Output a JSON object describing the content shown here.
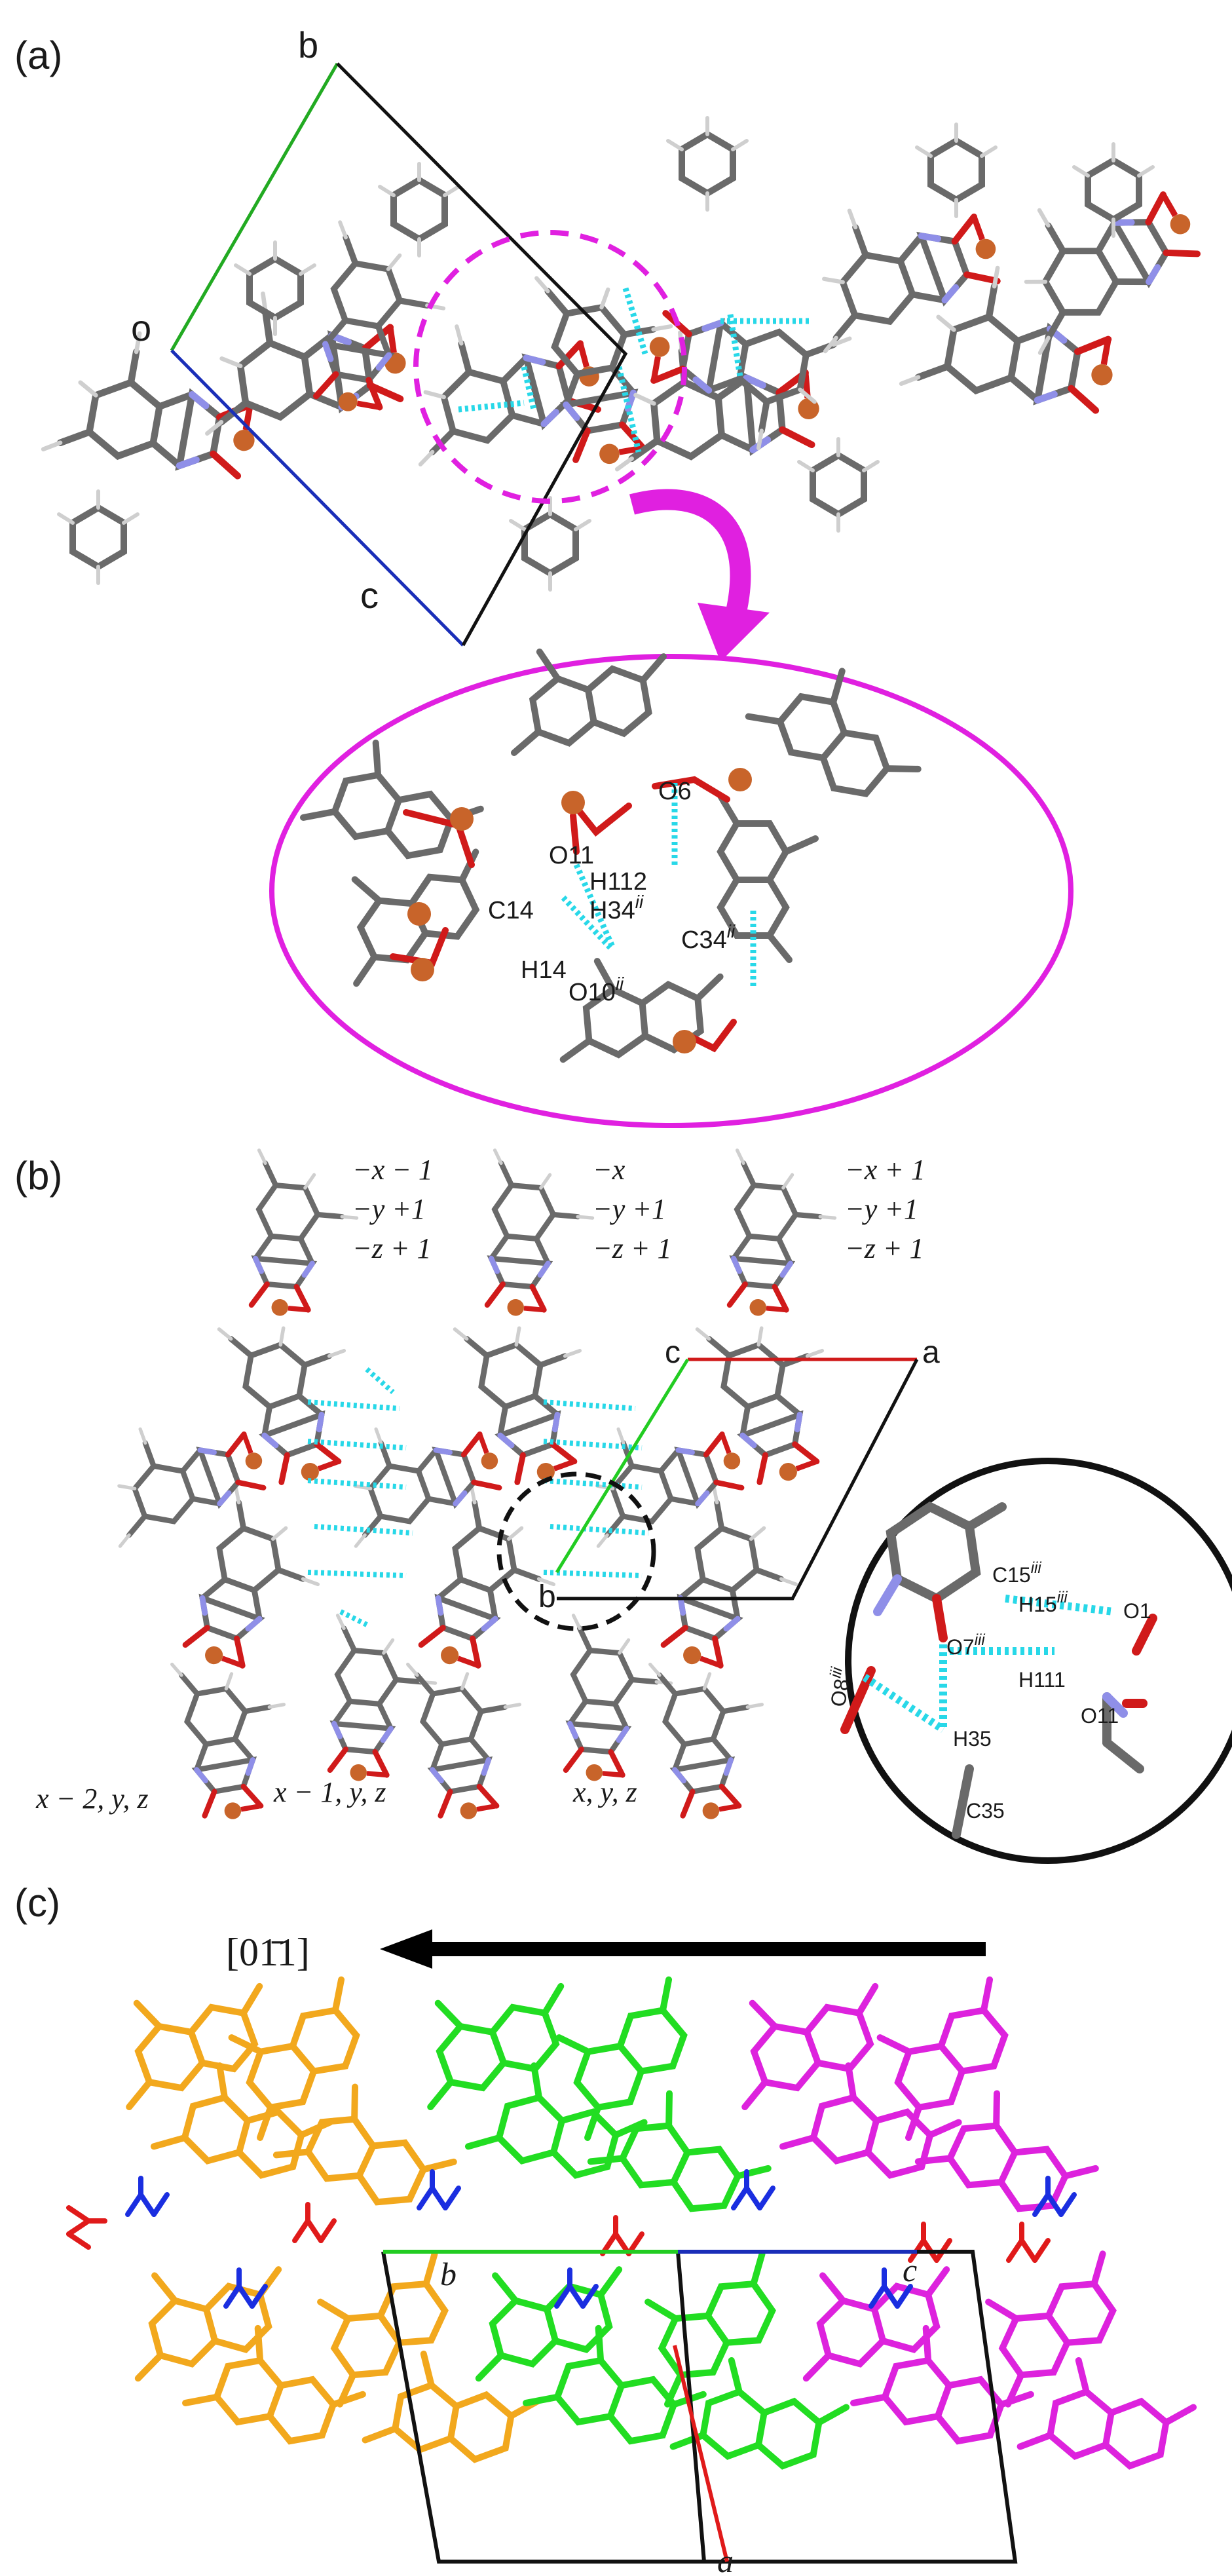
{
  "panel_a": {
    "panel_label": "(a)",
    "axes": {
      "b": "b",
      "o": "o",
      "c": "c"
    },
    "inset": {
      "atoms": [
        {
          "id": "o6",
          "label": "O6",
          "sup": ""
        },
        {
          "id": "o11",
          "label": "O11",
          "sup": ""
        },
        {
          "id": "h112",
          "label": "H112",
          "sup": ""
        },
        {
          "id": "c14",
          "label": "C14",
          "sup": ""
        },
        {
          "id": "h34",
          "label": "H34",
          "sup": "ii"
        },
        {
          "id": "c34",
          "label": "C34",
          "sup": "ii"
        },
        {
          "id": "h14",
          "label": "H14",
          "sup": ""
        },
        {
          "id": "o10",
          "label": "O10",
          "sup": "ii"
        }
      ]
    }
  },
  "panel_b": {
    "panel_label": "(b)",
    "axes": {
      "c": "c",
      "a": "a",
      "b": "b"
    },
    "symmetry_top": [
      [
        "−x − 1",
        "−y +1",
        "−z + 1"
      ],
      [
        "−x",
        "−y +1",
        "−z + 1"
      ],
      [
        "−x + 1",
        "−y +1",
        "−z + 1"
      ]
    ],
    "symmetry_bottom": [
      "x − 2, y, z",
      "x − 1, y, z",
      "x, y, z"
    ],
    "inset": {
      "atoms": [
        {
          "id": "c15",
          "label": "C15",
          "sup": "iii"
        },
        {
          "id": "h15",
          "label": "H15",
          "sup": "iii"
        },
        {
          "id": "o1",
          "label": "O1",
          "sup": ""
        },
        {
          "id": "o7",
          "label": "O7",
          "sup": "iii"
        },
        {
          "id": "h111",
          "label": "H111",
          "sup": ""
        },
        {
          "id": "o8",
          "label": "O8",
          "sup": "iii"
        },
        {
          "id": "o11",
          "label": "O11",
          "sup": ""
        },
        {
          "id": "h35",
          "label": "H35",
          "sup": ""
        },
        {
          "id": "c35",
          "label": "C35",
          "sup": ""
        }
      ]
    }
  },
  "panel_c": {
    "panel_label": "(c)",
    "direction": "[01̄1]",
    "axes": {
      "b": "b",
      "c": "c",
      "a": "a"
    },
    "colors": {
      "layer1": "#f2a81d",
      "layer2": "#22dd22",
      "layer3": "#dd22dd",
      "solvent_blue": "#1a2ee0",
      "solvent_red": "#e01a1a"
    }
  },
  "colors": {
    "metal": "#c8642a",
    "oxygen": "#d01a1a",
    "nitrogen": "#8f8fe8",
    "carbon": "#6a6a6a",
    "hydrogen": "#c8c8c8",
    "hbond": "#28d8e8",
    "highlight": "#e020e0"
  }
}
